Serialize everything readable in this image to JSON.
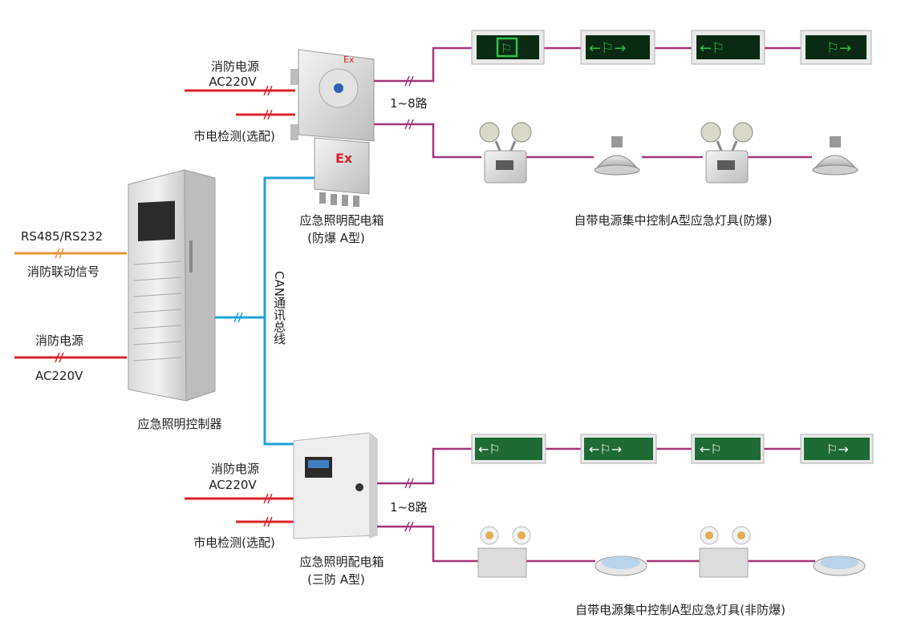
{
  "controller": {
    "label": "应急照明控制器",
    "in_signal_protocol": "RS485/RS232",
    "in_signal_name": "消防联动信号",
    "in_power_name": "消防电源",
    "in_power_voltage": "AC220V"
  },
  "bus": {
    "label": "CAN通讯总线"
  },
  "top_box": {
    "label_line1": "应急照明配电箱",
    "label_line2": "(防爆  A型)",
    "in_power_name": "消防电源",
    "in_power_voltage": "AC220V",
    "mains_detect": "市电检测(选配)",
    "routes": "1~8路",
    "ex_mark": "Ex"
  },
  "bottom_box": {
    "label_line1": "应急照明配电箱",
    "label_line2": "(三防  A型)",
    "in_power_name": "消防电源",
    "in_power_voltage": "AC220V",
    "mains_detect": "市电检测(选配)",
    "routes": "1~8路"
  },
  "top_fixtures_label": "自带电源集中控制A型应急灯具(防爆)",
  "bottom_fixtures_label": "自带电源集中控制A型应急灯具(非防爆)",
  "colors": {
    "power_line": "#d8232a",
    "signal_line": "#e8953a",
    "bus_line": "#1ea0d8",
    "output_line": "#a3367a",
    "sign_green": "#2fbf4a",
    "sign_dark": "#0b2a14"
  }
}
